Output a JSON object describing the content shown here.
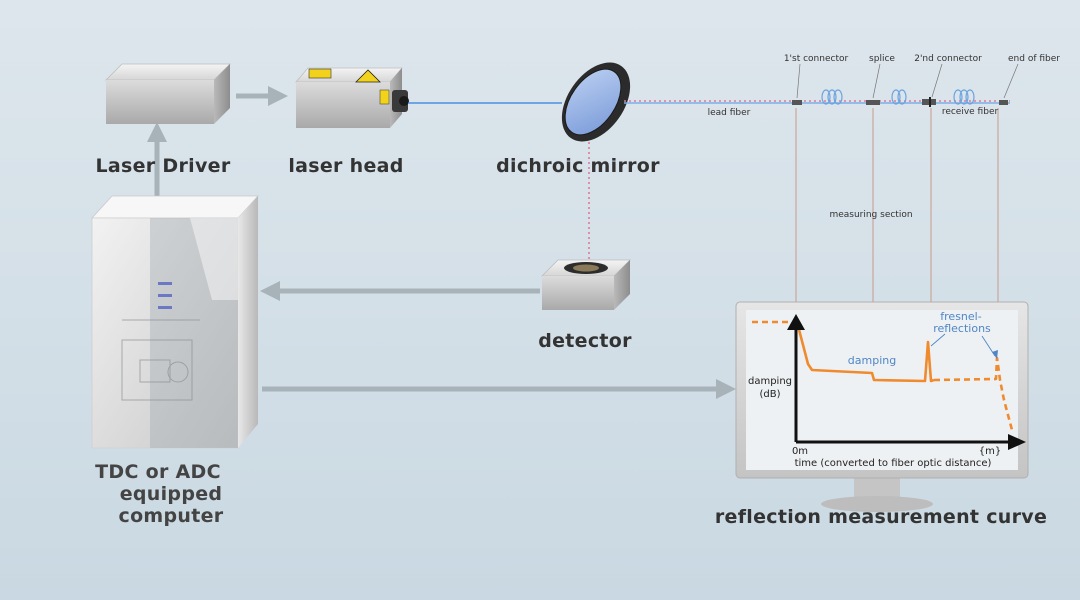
{
  "components": {
    "laser_driver": "Laser Driver",
    "laser_head": "laser head",
    "dichroic_mirror": "dichroic mirror",
    "detector": "detector",
    "computer": [
      "TDC or ADC",
      "equipped",
      "computer"
    ],
    "curve_caption": "reflection measurement curve"
  },
  "fiber": {
    "first_connector": "1'st connector",
    "splice": "splice",
    "second_connector": "2'nd connector",
    "end_of_fiber": "end of fiber",
    "lead_fiber": "lead fiber",
    "receive_fiber": "receive fiber",
    "measuring_section": "measuring section"
  },
  "chart": {
    "y_label": [
      "damping",
      "(dB)"
    ],
    "x_start": "0m",
    "x_end": "{m}",
    "x_axis_label": "time (converted to fiber optic distance)",
    "damping_annotation": "damping",
    "fresnel_annotation": [
      "fresnel-",
      "reflections"
    ]
  },
  "colors": {
    "curve": "#f08a2e",
    "annotation": "#4f86c6",
    "beam": "#2f7fe0",
    "return_beam": "#e07a9a",
    "flow_arrow": "#a8b2b9"
  }
}
